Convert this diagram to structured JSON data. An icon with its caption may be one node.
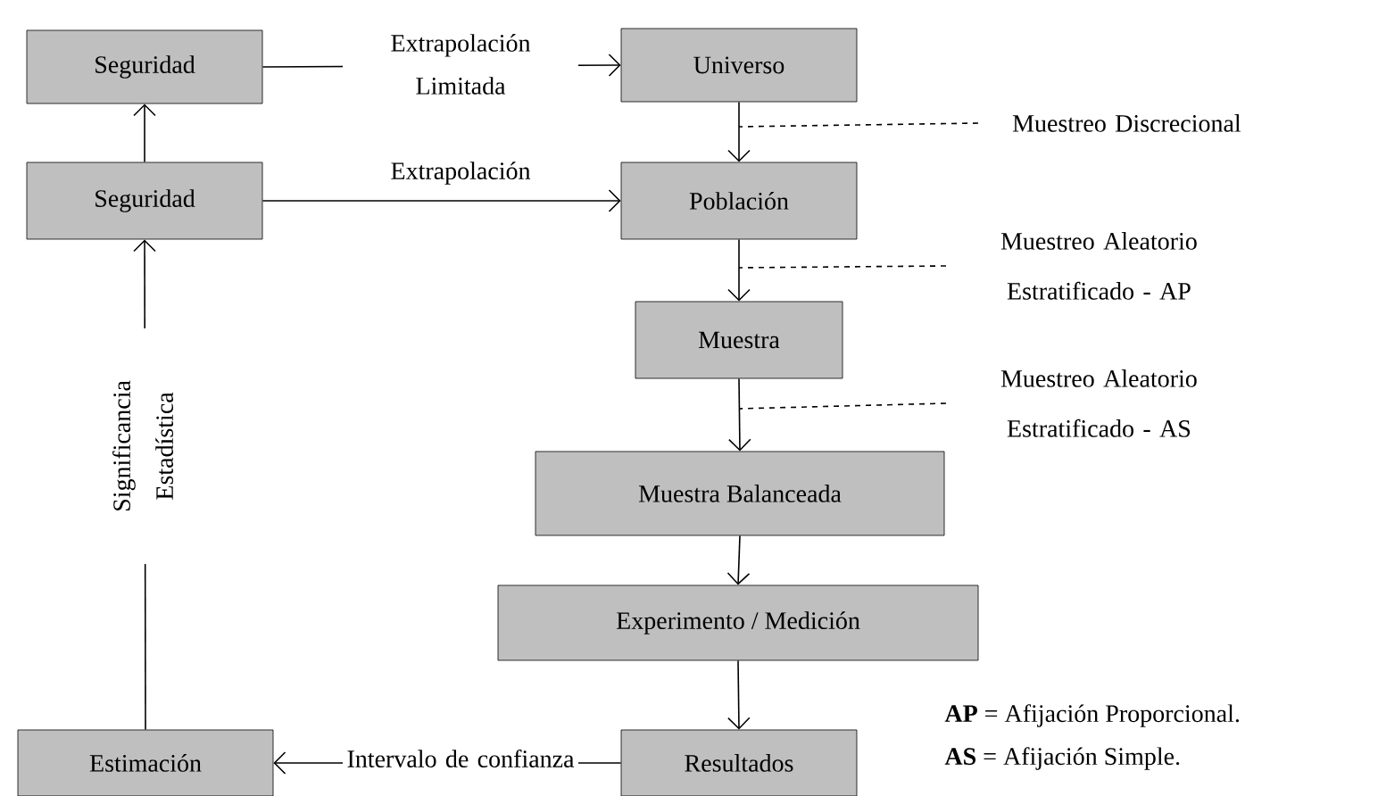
{
  "diagram": {
    "nodes": [
      {
        "text": [
          "Seguridad"
        ]
      },
      {
        "text": [
          "Universo"
        ]
      },
      {
        "text": [
          "Seguridad"
        ]
      },
      {
        "text": [
          "Población"
        ]
      },
      {
        "text": [
          "Muestra"
        ]
      },
      {
        "text": [
          "Muestra Balanceada"
        ]
      },
      {
        "text": [
          "Experimento  / Medición"
        ]
      },
      {
        "text": [
          "Resultados"
        ]
      },
      {
        "text": [
          "Estimación"
        ]
      },
      {
        "text": [
          "Muestreo Discrecional"
        ]
      },
      {
        "text": [
          "Muestreo Aleatorio Estratificado - AP"
        ]
      },
      {
        "text": [
          "Muestreo Aleatorio Estratificado - AS"
        ]
      }
    ],
    "edges": [
      {
        "from": 0,
        "to": 1,
        "arrow": "to",
        "label": "Extrapolación Limitada"
      },
      {
        "from": 2,
        "to": 0,
        "arrow": "to"
      },
      {
        "from": 2,
        "to": 3,
        "arrow": "to",
        "label": "Extrapolación"
      },
      {
        "from": 1,
        "to": 3,
        "arrow": "to"
      },
      {
        "from": 3,
        "to": 4,
        "arrow": "to"
      },
      {
        "from": 4,
        "to": 5,
        "arrow": "to"
      },
      {
        "from": 5,
        "to": 6,
        "arrow": "to"
      },
      {
        "from": 6,
        "to": 7,
        "arrow": "to"
      },
      {
        "from": 7,
        "to": 8,
        "arrow": "to",
        "label": "Intervalo de confianza"
      },
      {
        "from": 8,
        "to": 2,
        "arrow": "to",
        "label": "Significancia Estadística"
      },
      {
        "from": 9,
        "to": null,
        "arrow": "none",
        "style": "dashed"
      },
      {
        "from": 10,
        "to": null,
        "arrow": "none",
        "style": "dashed"
      },
      {
        "from": 11,
        "to": null,
        "arrow": "none",
        "style": "dashed"
      }
    ],
    "labels": [
      "**AP** = Afijación Proporcional.",
      "**AS** = Afijación Simple."
    ]
  }
}
